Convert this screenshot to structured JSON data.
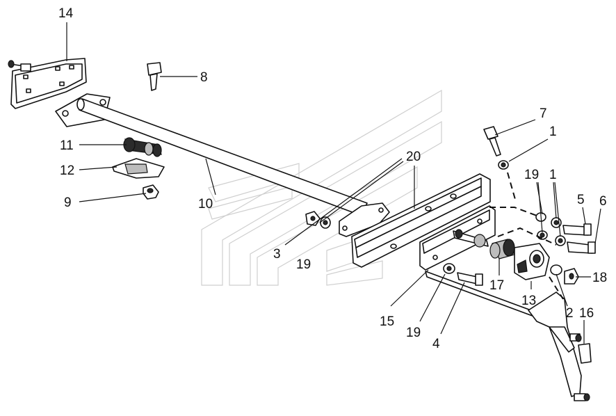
{
  "callouts": {
    "c1a": "1",
    "c1b": "1",
    "c2": "2",
    "c3": "3",
    "c4": "4",
    "c5": "5",
    "c6": "6",
    "c7": "7",
    "c8": "8",
    "c9": "9",
    "c10": "10",
    "c11": "11",
    "c12": "12",
    "c13": "13",
    "c14": "14",
    "c15": "15",
    "c16": "16",
    "c17": "17",
    "c18": "18",
    "c19a": "19",
    "c19b": "19",
    "c19c": "19",
    "c20": "20"
  }
}
